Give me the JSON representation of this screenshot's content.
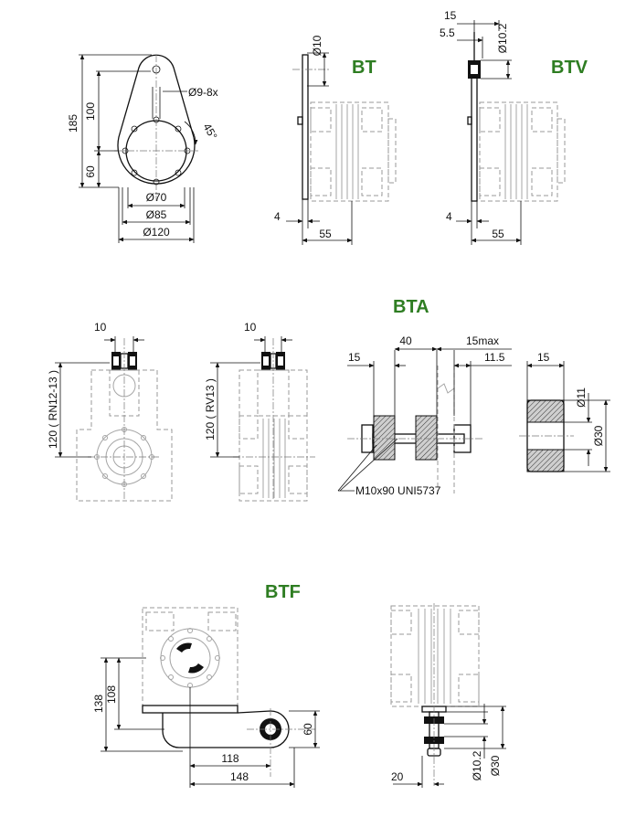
{
  "titles": {
    "bt": "BT",
    "btv": "BTV",
    "bta": "BTA",
    "btf": "BTF"
  },
  "dimensions": {
    "arm_height_185": "185",
    "arm_height_100": "100",
    "arm_height_60": "60",
    "arm_holes": "Ø9-8x",
    "arm_angle": "45°",
    "arm_dia_70": "Ø70",
    "arm_dia_85": "Ø85",
    "arm_dia_120": "Ø120",
    "bt_pin": "Ø10",
    "bt_thick": "4",
    "bt_offset": "55",
    "btv_15": "15",
    "btv_5_5": "5.5",
    "btv_pin": "Ø10.2",
    "btv_thick": "4",
    "btv_offset": "55",
    "bta_front_10": "10",
    "bta_front_h": "120 ( RN12-13 )",
    "bta_side_10": "10",
    "bta_side_h": "120 ( RV13 )",
    "bta_bolt_15": "15",
    "bta_bolt_40": "40",
    "bta_bolt_15max": "15max",
    "bta_bolt_11_5": "11.5",
    "bta_bolt_spec": "M10x90 UNI5737",
    "bta_bush_15": "15",
    "bta_bush_11": "Ø11",
    "bta_bush_30": "Ø30",
    "btf_138": "138",
    "btf_108": "108",
    "btf_60": "60",
    "btf_118": "118",
    "btf_148": "148",
    "btf_20": "20",
    "btf_10_2": "Ø10.2",
    "btf_30": "Ø30"
  }
}
